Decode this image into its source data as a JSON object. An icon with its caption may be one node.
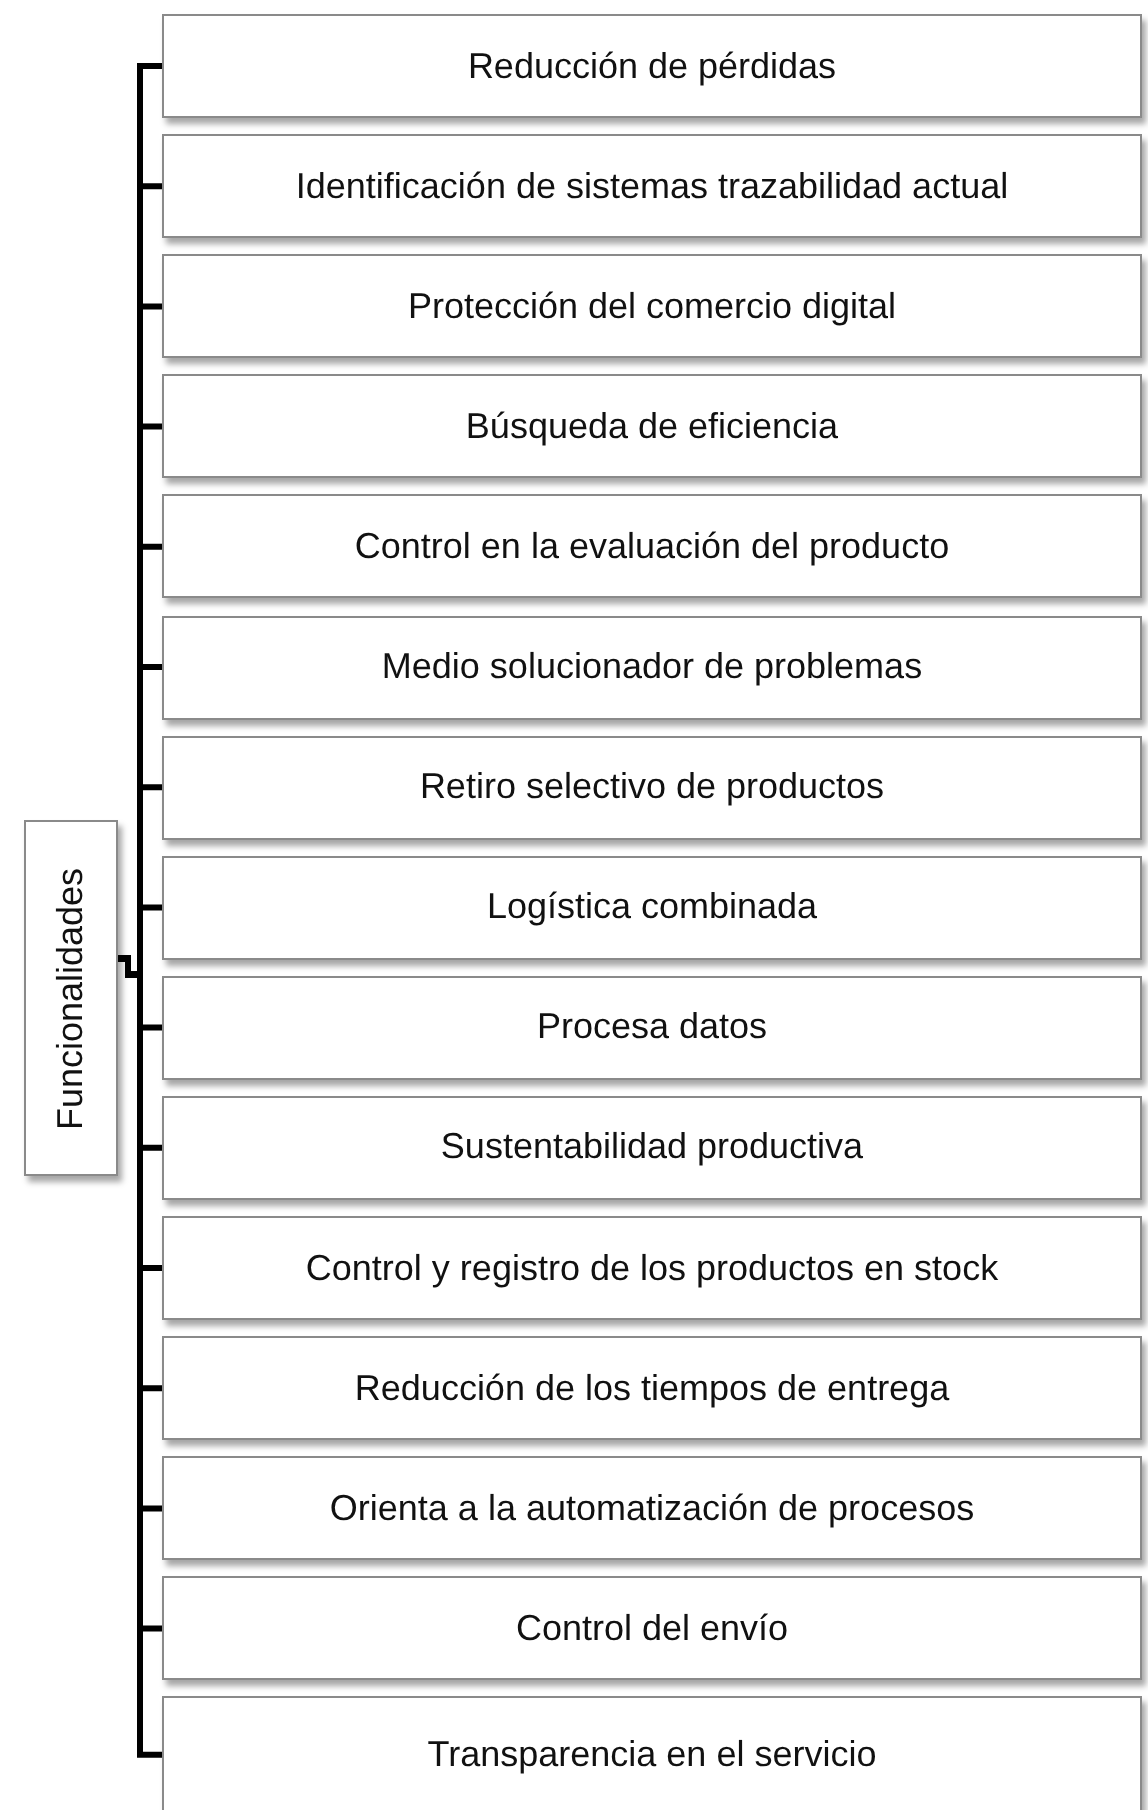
{
  "diagram": {
    "nodes": [
      {
        "text": [
          "Funcionalidades"
        ]
      },
      {
        "text": [
          "Reducción de pérdidas"
        ]
      },
      {
        "text": [
          "Identificación de sistemas trazabilidad actual"
        ]
      },
      {
        "text": [
          "Protección del comercio digital"
        ]
      },
      {
        "text": [
          "Búsqueda de eficiencia"
        ]
      },
      {
        "text": [
          "Control en la evaluación del producto"
        ]
      },
      {
        "text": [
          "Medio solucionador de problemas"
        ]
      },
      {
        "text": [
          "Retiro selectivo de productos"
        ]
      },
      {
        "text": [
          "Logística combinada"
        ]
      },
      {
        "text": [
          "Procesa datos"
        ]
      },
      {
        "text": [
          "Sustentabilidad productiva"
        ]
      },
      {
        "text": [
          "Control y registro de los productos en stock"
        ]
      },
      {
        "text": [
          "Reducción de los tiempos de entrega"
        ]
      },
      {
        "text": [
          "Orienta a la automatización de procesos"
        ]
      },
      {
        "text": [
          "Control del envío"
        ]
      },
      {
        "text": [
          "Transparencia en el servicio"
        ]
      }
    ],
    "edges": [
      {
        "from": 0,
        "to": 1,
        "arrow": "none"
      },
      {
        "from": 0,
        "to": 2,
        "arrow": "none"
      },
      {
        "from": 0,
        "to": 3,
        "arrow": "none"
      },
      {
        "from": 0,
        "to": 4,
        "arrow": "none"
      },
      {
        "from": 0,
        "to": 5,
        "arrow": "none"
      },
      {
        "from": 0,
        "to": 6,
        "arrow": "none"
      },
      {
        "from": 0,
        "to": 7,
        "arrow": "none"
      },
      {
        "from": 0,
        "to": 8,
        "arrow": "none"
      },
      {
        "from": 0,
        "to": 9,
        "arrow": "none"
      },
      {
        "from": 0,
        "to": 10,
        "arrow": "none"
      },
      {
        "from": 0,
        "to": 11,
        "arrow": "none"
      },
      {
        "from": 0,
        "to": 12,
        "arrow": "none"
      },
      {
        "from": 0,
        "to": 13,
        "arrow": "none"
      },
      {
        "from": 0,
        "to": 14,
        "arrow": "none"
      },
      {
        "from": 0,
        "to": 15,
        "arrow": "none"
      }
    ]
  }
}
